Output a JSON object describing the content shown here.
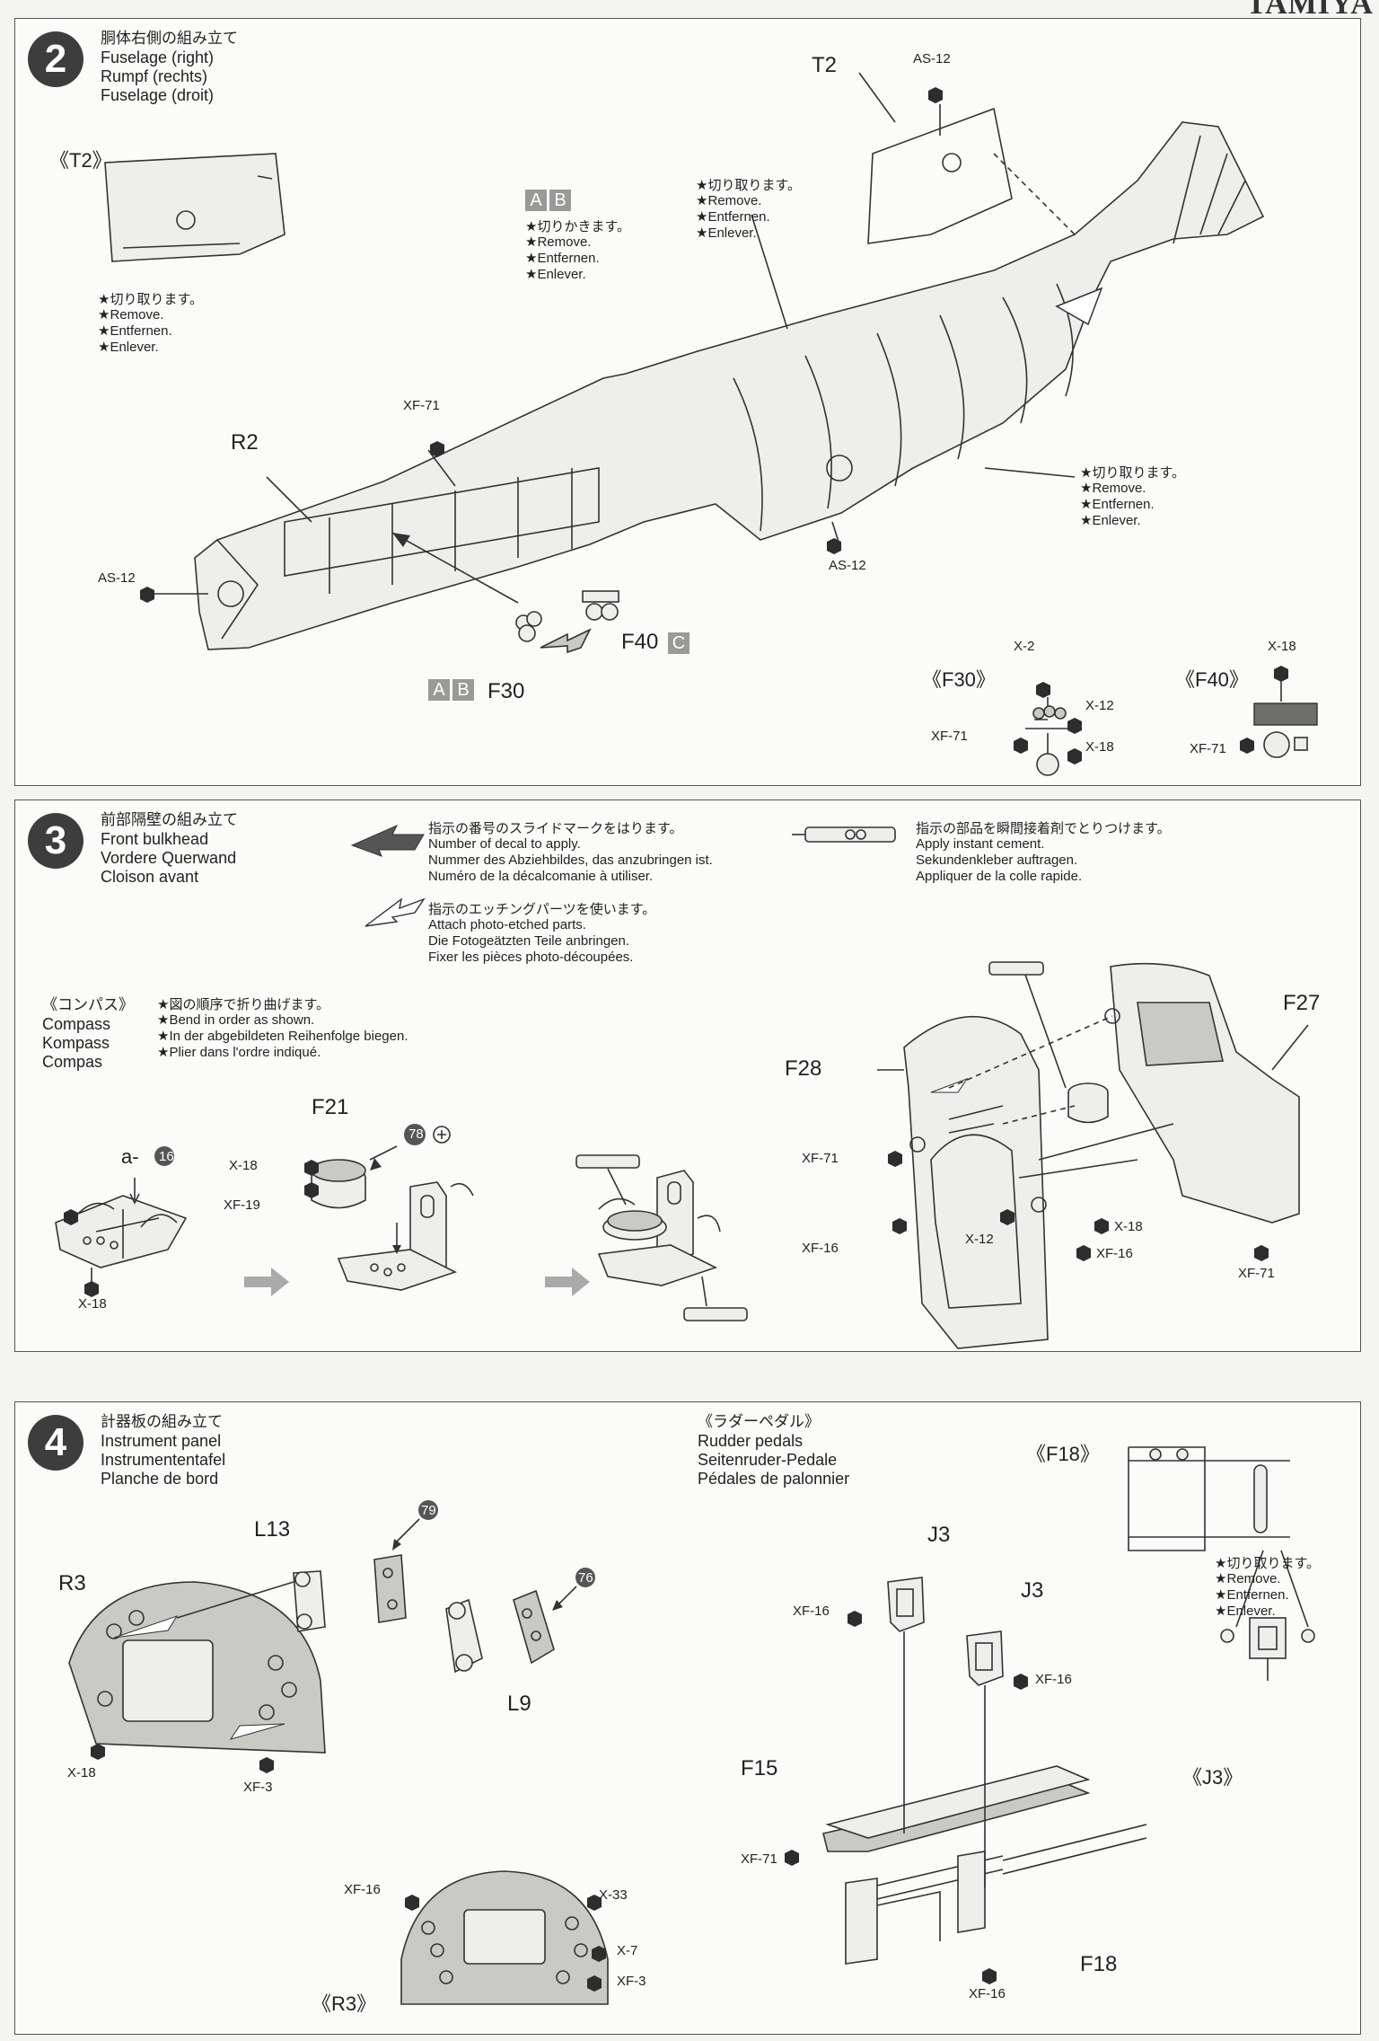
{
  "brand": "TAMIYA",
  "step2": {
    "number": "2",
    "title_jp": "胴体右側の組み立て",
    "title_en": "Fuselage (right)",
    "title_de": "Rumpf (rechts)",
    "title_fr": "Fuselage (droit)",
    "inset_t2": "《T2》",
    "remove_note": [
      "★切り取ります。",
      "★Remove.",
      "★Entfernen.",
      "★Enlever."
    ],
    "cut_note": [
      "★切りかきます。",
      "★Remove.",
      "★Entfernen.",
      "★Enlever."
    ],
    "codes_ab": [
      "A",
      "B"
    ],
    "code_c": "C",
    "labels": {
      "t2": "T2",
      "r2": "R2",
      "f40": "F40",
      "f30": "F30",
      "as12_top": "AS-12",
      "as12_left": "AS-12",
      "as12_bottom": "AS-12",
      "xf71": "XF-71"
    },
    "f30_detail": {
      "title": "《F30》",
      "x2": "X-2",
      "x12": "X-12",
      "x18": "X-18",
      "xf71": "XF-71"
    },
    "f40_detail": {
      "title": "《F40》",
      "x18": "X-18",
      "xf71": "XF-71"
    }
  },
  "step3": {
    "number": "3",
    "title_jp": "前部隔壁の組み立て",
    "title_en": "Front bulkhead",
    "title_de": "Vordere Querwand",
    "title_fr": "Cloison avant",
    "legend_decal": [
      "指示の番号のスライドマークをはります。",
      "Number of decal to apply.",
      "Nummer des Abziehbildes, das anzubringen ist.",
      "Numéro de la décalcomanie à utiliser."
    ],
    "legend_pe": [
      "指示のエッチングパーツを使います。",
      "Attach photo-etched parts.",
      "Die Fotogeätzten Teile anbringen.",
      "Fixer les pièces photo-découpées."
    ],
    "legend_cement": [
      "指示の部品を瞬間接着剤でとりつけます。",
      "Apply instant cement.",
      "Sekundenkleber auftragen.",
      "Appliquer de la colle rapide."
    ],
    "compass_title": [
      "《コンパス》",
      "Compass",
      "Kompass",
      "Compas"
    ],
    "compass_note": [
      "★図の順序で折り曲げます。",
      "★Bend in order as shown.",
      "★In der abgebildeten Reihenfolge biegen.",
      "★Plier dans l'ordre indiqué."
    ],
    "labels": {
      "a16": "a-",
      "a16_num": "16",
      "x18": "X-18",
      "f21": "F21",
      "decal78": "78",
      "xf19": "XF-19",
      "f28": "F28",
      "f27": "F27",
      "xf71_a": "XF-71",
      "xf71_b": "XF-71",
      "xf16_a": "XF-16",
      "xf16_b": "XF-16",
      "x12": "X-12",
      "x18_b": "X-18",
      "x18_c": "X-18"
    }
  },
  "step4": {
    "number": "4",
    "title_jp": "計器板の組み立て",
    "title_en": "Instrument panel",
    "title_de": "Instrumententafel",
    "title_fr": "Planche de bord",
    "rudder_title": [
      "《ラダーペダル》",
      "Rudder pedals",
      "Seitenruder-Pedale",
      "Pédales de palonnier"
    ],
    "remove_note": [
      "★切り取ります。",
      "★Remove.",
      "★Entfernen.",
      "★Enlever."
    ],
    "labels": {
      "l13": "L13",
      "r3": "R3",
      "l9": "L9",
      "decal79": "79",
      "decal76": "76",
      "x18": "X-18",
      "xf3": "XF-3",
      "r3_detail": "《R3》",
      "xf16": "XF-16",
      "x33": "X-33",
      "x7": "X-7",
      "xf3_b": "XF-3",
      "j3_a": "J3",
      "j3_b": "J3",
      "xf16_j3a": "XF-16",
      "xf16_j3b": "XF-16",
      "f15": "F15",
      "xf71": "XF-71",
      "f18": "F18",
      "xf16_f18": "XF-16",
      "f18_detail": "《F18》",
      "j3_detail": "《J3》"
    }
  }
}
